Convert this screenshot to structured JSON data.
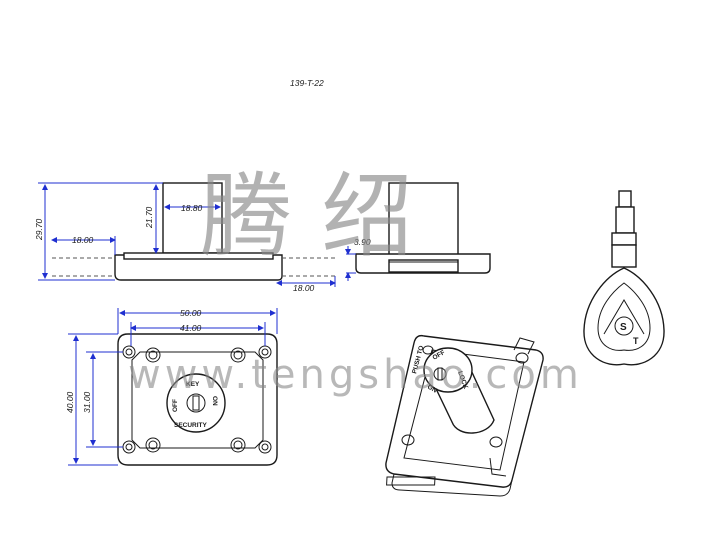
{
  "drawing": {
    "part_number": "139-T-22",
    "watermark_cn": "腾 绍",
    "watermark_url": "www.tengshao.com"
  },
  "dimensions": {
    "front_height_total": "29.70",
    "front_cylinder_height": "21.70",
    "front_cylinder_width": "18.80",
    "front_left_offset": "18.00",
    "side_flange_thickness": "3.90",
    "side_offset": "18.00",
    "plate_width": "50.00",
    "hole_spacing_x": "41.00",
    "plate_height": "40.00",
    "hole_spacing_y": "31.00"
  },
  "lock_face": {
    "text_key": "KEY",
    "text_off": "OFF",
    "text_on": "ON",
    "text_security": "SECURITY"
  },
  "iso_face": {
    "text_off": "OFF",
    "text_lock": "LOCK",
    "text_on": "ON",
    "text_push": "PUSH TO"
  },
  "key": {
    "logo_letter": "S",
    "logo_letter_2": "T"
  },
  "colors": {
    "dimension_blue": "#1f2fd0",
    "line_black": "#1a1a1a"
  }
}
